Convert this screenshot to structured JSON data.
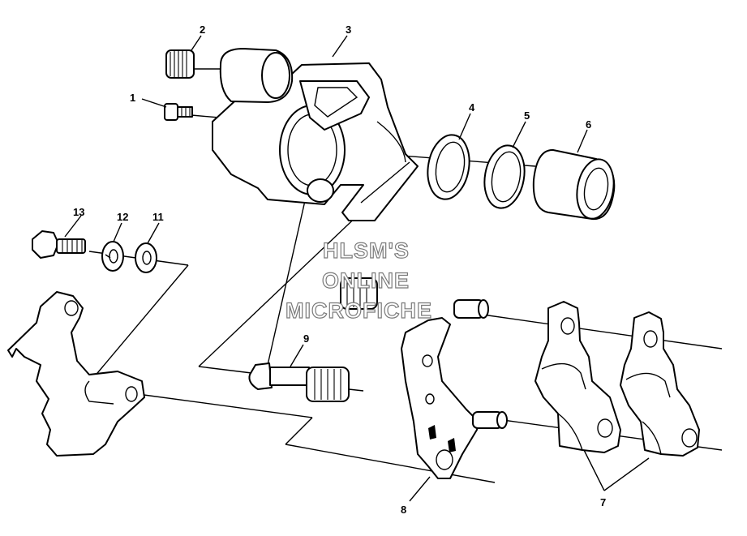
{
  "diagram": {
    "callouts": [
      {
        "id": "1",
        "label": "1"
      },
      {
        "id": "2",
        "label": "2"
      },
      {
        "id": "3",
        "label": "3"
      },
      {
        "id": "4",
        "label": "4"
      },
      {
        "id": "5",
        "label": "5"
      },
      {
        "id": "6",
        "label": "6"
      },
      {
        "id": "7",
        "label": "7"
      },
      {
        "id": "8",
        "label": "8"
      },
      {
        "id": "9",
        "label": "9"
      },
      {
        "id": "11",
        "label": "11"
      },
      {
        "id": "12",
        "label": "12"
      },
      {
        "id": "13",
        "label": "13"
      }
    ],
    "watermark": {
      "line1": "HLSM'S",
      "line2": "ONLINE",
      "line3": "MICROFICHE"
    }
  }
}
